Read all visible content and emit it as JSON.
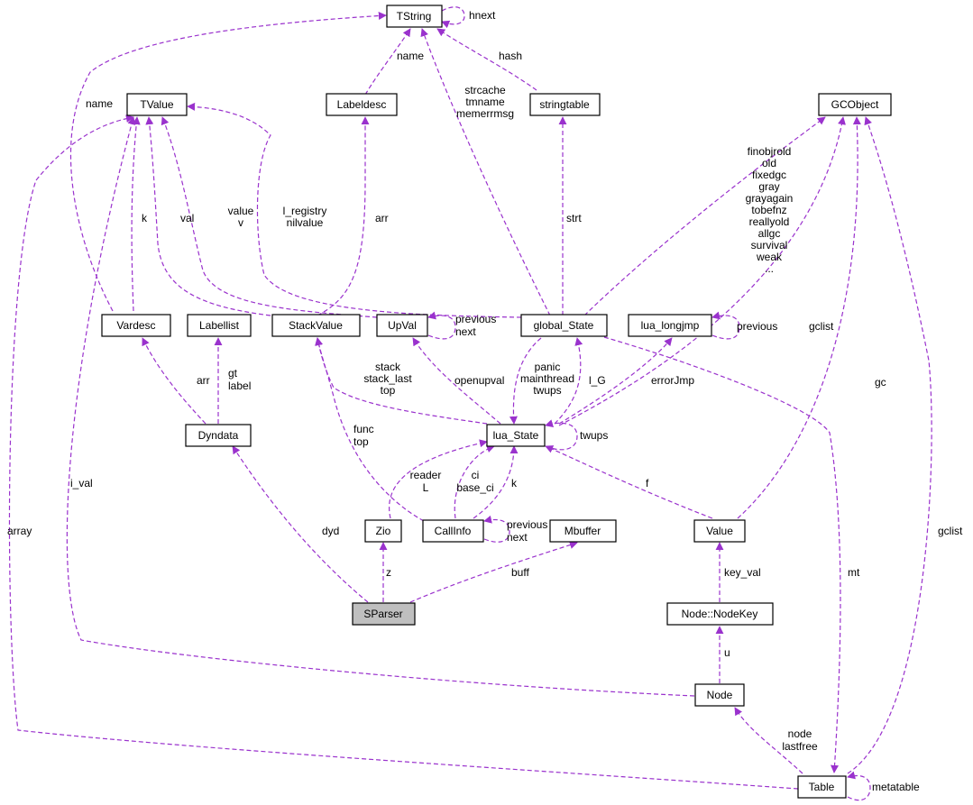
{
  "colors": {
    "edge": "#9a32cd",
    "node_border": "#000000",
    "focus_fill": "#bfbfbf"
  },
  "nodes": {
    "tstring": "TString",
    "tvalue": "TValue",
    "labeldesc": "Labeldesc",
    "stringtable": "stringtable",
    "gcobject": "GCObject",
    "vardesc": "Vardesc",
    "labellist": "Labellist",
    "stackvalue": "StackValue",
    "upval": "UpVal",
    "global_state": "global_State",
    "lua_longjmp": "lua_longjmp",
    "dyndata": "Dyndata",
    "lua_state": "lua_State",
    "zio": "Zio",
    "callinfo": "CallInfo",
    "mbuffer": "Mbuffer",
    "value": "Value",
    "sparser": "SParser",
    "nodekey": "Node::NodeKey",
    "node": "Node",
    "table": "Table"
  },
  "edge_labels": {
    "hnext": "hnext",
    "name_label": "name",
    "hash": "hash",
    "strcache": [
      "strcache",
      "tmname",
      "memerrmsg"
    ],
    "name_var": "name",
    "k": "k",
    "val": "val",
    "value_v": [
      "value",
      "v"
    ],
    "l_registry": [
      "l_registry",
      "nilvalue"
    ],
    "arr": "arr",
    "strt": "strt",
    "gc_fields": [
      "finobjrold",
      "old",
      "fixedgc",
      "gray",
      "grayagain",
      "tobefnz",
      "reallyold",
      "allgc",
      "survival",
      "weak",
      "..."
    ],
    "upval_prev": [
      "previous",
      "next"
    ],
    "longjmp_prev": "previous",
    "gclist_state": "gclist",
    "arr_dyn": "arr",
    "gt_label": [
      "gt",
      "label"
    ],
    "stack": [
      "stack",
      "stack_last",
      "top"
    ],
    "openupval": "openupval",
    "panic": [
      "panic",
      "mainthread",
      "twups"
    ],
    "l_g": "l_G",
    "errorjmp": "errorJmp",
    "gc_value": "gc",
    "twups": "twups",
    "func_top": [
      "func",
      "top"
    ],
    "reader": [
      "reader",
      "L"
    ],
    "ci": [
      "ci",
      "base_ci"
    ],
    "k_ci": "k",
    "f": "f",
    "i_val": "i_val",
    "array": "array",
    "ci_prev": [
      "previous",
      "next"
    ],
    "dyd": "dyd",
    "z": "z",
    "buff": "buff",
    "key_val": "key_val",
    "mt": "mt",
    "gclist_table": "gclist",
    "u": "u",
    "node_lastfree": [
      "node",
      "lastfree"
    ],
    "metatable": "metatable"
  }
}
